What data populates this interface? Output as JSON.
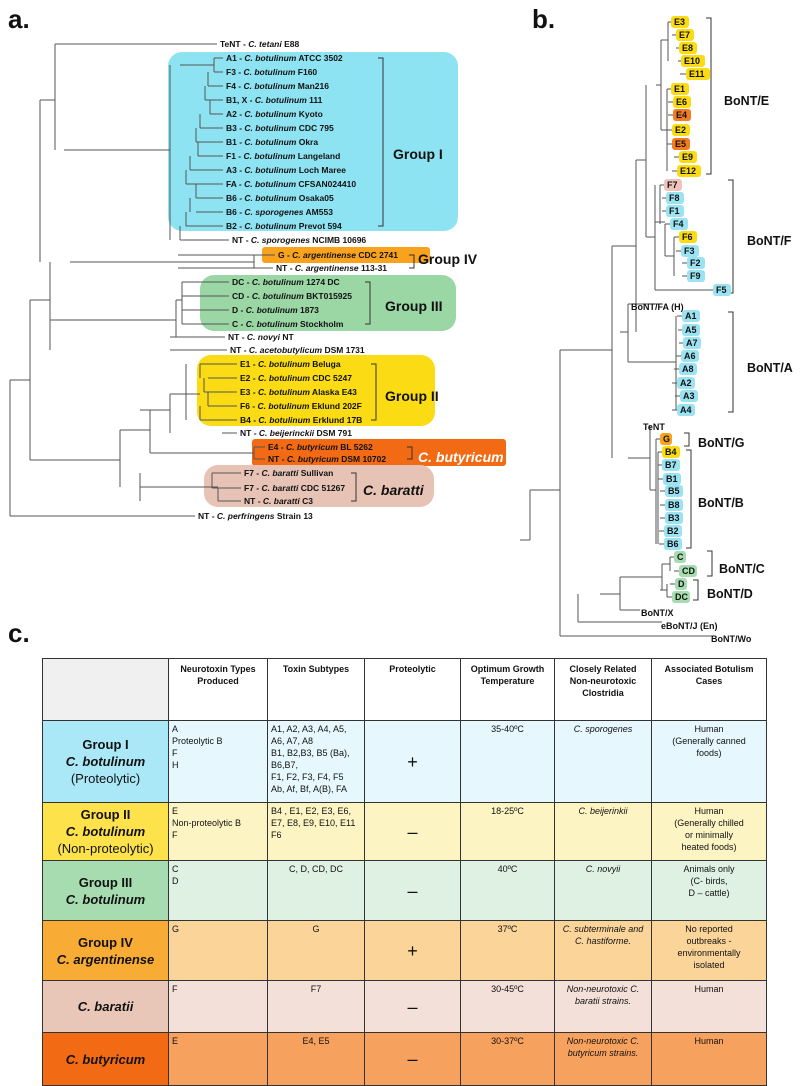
{
  "panels": {
    "a": "a.",
    "b": "b.",
    "c": "c."
  },
  "tree_a": {
    "groups": [
      {
        "name": "Group I",
        "color": "#8ee3f3"
      },
      {
        "name": "Group IV",
        "color": "#f8a21e"
      },
      {
        "name": "Group III",
        "color": "#9bd6a5"
      },
      {
        "name": "Group II",
        "color": "#fbdc14"
      },
      {
        "name": "C. butyricum",
        "color": "#f26a14"
      },
      {
        "name": "C. baratti",
        "color": "#e6c3b5"
      }
    ],
    "leaves": [
      {
        "id": "TeNT",
        "species": "C. tetani",
        "strain": "E88"
      },
      {
        "id": "A1",
        "species": "C. botulinum",
        "strain": "ATCC 3502"
      },
      {
        "id": "F3",
        "species": "C. botulinum",
        "strain": "F160"
      },
      {
        "id": "F4",
        "species": "C. botulinum",
        "strain": "Man216"
      },
      {
        "id": "B1, X",
        "species": "C. botulinum",
        "strain": "111"
      },
      {
        "id": "A2",
        "species": "C. botulinum",
        "strain": "Kyoto"
      },
      {
        "id": "B3",
        "species": "C. botulinum",
        "strain": "CDC 795"
      },
      {
        "id": "B1",
        "species": "C. botulinum",
        "strain": "Okra"
      },
      {
        "id": "F1",
        "species": "C. botulinum",
        "strain": "Langeland"
      },
      {
        "id": "A3",
        "species": "C. botulinum",
        "strain": "Loch Maree"
      },
      {
        "id": "FA",
        "species": "C. botulinum",
        "strain": "CFSAN024410"
      },
      {
        "id": "B6",
        "species": "C. botulinum",
        "strain": "Osaka05"
      },
      {
        "id": "B6",
        "species": "C. sporogenes",
        "strain": "AM553"
      },
      {
        "id": "B2",
        "species": "C. botulinum",
        "strain": "Prevot 594"
      },
      {
        "id": "NT",
        "species": "C. sporogenes",
        "strain": "NCIMB 10696"
      },
      {
        "id": "G",
        "species": "C. argentinense",
        "strain": "CDC 2741"
      },
      {
        "id": "NT",
        "species": "C. argentinense",
        "strain": "113-31"
      },
      {
        "id": "DC",
        "species": "C. botulinum",
        "strain": "1274 DC"
      },
      {
        "id": "CD",
        "species": "C. botulinum",
        "strain": "BKT015925"
      },
      {
        "id": "D",
        "species": "C. botulinum",
        "strain": "1873"
      },
      {
        "id": "C",
        "species": "C. botulinum",
        "strain": "Stockholm"
      },
      {
        "id": "NT",
        "species": "C. novyi",
        "strain": "NT"
      },
      {
        "id": "NT",
        "species": "C. acetobutylicum",
        "strain": "DSM 1731"
      },
      {
        "id": "E1",
        "species": "C. botulinum",
        "strain": "Beluga"
      },
      {
        "id": "E2",
        "species": "C. botulinum",
        "strain": "CDC 5247"
      },
      {
        "id": "E3",
        "species": "C. botulinum",
        "strain": "Alaska E43"
      },
      {
        "id": "F6",
        "species": "C. botulinum",
        "strain": "Eklund 202F"
      },
      {
        "id": "B4",
        "species": "C. botulinum",
        "strain": "Erklund 17B"
      },
      {
        "id": "NT",
        "species": "C. beijerinckii",
        "strain": "DSM 791"
      },
      {
        "id": "E4",
        "species": "C. butyricum",
        "strain": "BL 5262"
      },
      {
        "id": "NT",
        "species": "C. butyricum",
        "strain": "DSM 10702"
      },
      {
        "id": "F7",
        "species": "C. baratti",
        "strain": "Sullivan"
      },
      {
        "id": "F7",
        "species": "C. baratti",
        "strain": "CDC 51267"
      },
      {
        "id": "NT",
        "species": "C. baratti",
        "strain": "C3"
      },
      {
        "id": "NT",
        "species": "C. perfringens",
        "strain": "Strain 13"
      }
    ]
  },
  "tree_b": {
    "colors": {
      "yellow": "#fbdc14",
      "orange": "#f47b20",
      "pink": "#f0c4bc",
      "cyan": "#9be3f3",
      "green": "#a7dcb0",
      "gorange": "#f8a21e"
    },
    "clade_labels": [
      "BoNT/E",
      "BoNT/F",
      "BoNT/A",
      "BoNT/G",
      "BoNT/B",
      "BoNT/C",
      "BoNT/D"
    ],
    "plain_labels": [
      "BoNT/FA (H)",
      "TeNT",
      "BoNT/X",
      "eBoNT/J (En)",
      "BoNT/Wo"
    ],
    "tips": [
      {
        "label": "E3",
        "color": "yellow"
      },
      {
        "label": "E7",
        "color": "yellow"
      },
      {
        "label": "E8",
        "color": "yellow"
      },
      {
        "label": "E10",
        "color": "yellow"
      },
      {
        "label": "E11",
        "color": "yellow"
      },
      {
        "label": "E1",
        "color": "yellow"
      },
      {
        "label": "E6",
        "color": "yellow"
      },
      {
        "label": "E4",
        "color": "orange"
      },
      {
        "label": "E2",
        "color": "yellow"
      },
      {
        "label": "E5",
        "color": "orange"
      },
      {
        "label": "E9",
        "color": "yellow"
      },
      {
        "label": "E12",
        "color": "yellow"
      },
      {
        "label": "F7",
        "color": "pink"
      },
      {
        "label": "F8",
        "color": "cyan"
      },
      {
        "label": "F1",
        "color": "cyan"
      },
      {
        "label": "F4",
        "color": "cyan"
      },
      {
        "label": "F6",
        "color": "yellow"
      },
      {
        "label": "F3",
        "color": "cyan"
      },
      {
        "label": "F2",
        "color": "cyan"
      },
      {
        "label": "F9",
        "color": "cyan"
      },
      {
        "label": "F5",
        "color": "cyan"
      },
      {
        "label": "A1",
        "color": "cyan"
      },
      {
        "label": "A5",
        "color": "cyan"
      },
      {
        "label": "A7",
        "color": "cyan"
      },
      {
        "label": "A6",
        "color": "cyan"
      },
      {
        "label": "A8",
        "color": "cyan"
      },
      {
        "label": "A2",
        "color": "cyan"
      },
      {
        "label": "A3",
        "color": "cyan"
      },
      {
        "label": "A4",
        "color": "cyan"
      },
      {
        "label": "G",
        "color": "gorange"
      },
      {
        "label": "B4",
        "color": "yellow"
      },
      {
        "label": "B7",
        "color": "cyan"
      },
      {
        "label": "B1",
        "color": "cyan"
      },
      {
        "label": "B5",
        "color": "cyan"
      },
      {
        "label": "B8",
        "color": "cyan"
      },
      {
        "label": "B3",
        "color": "cyan"
      },
      {
        "label": "B2",
        "color": "cyan"
      },
      {
        "label": "B6",
        "color": "cyan"
      },
      {
        "label": "C",
        "color": "green"
      },
      {
        "label": "CD",
        "color": "green"
      },
      {
        "label": "D",
        "color": "green"
      },
      {
        "label": "DC",
        "color": "green"
      }
    ]
  },
  "table": {
    "headers": [
      "",
      "Neurotoxin Types Produced",
      "Toxin Subtypes",
      "Proteolytic",
      "Optimum Growth Temperature",
      "Closely Related Non-neurotoxic Clostridia",
      "Associated Botulism Cases"
    ],
    "rows": [
      {
        "group": "Group I",
        "species": "C. botulinum",
        "note": "(Proteolytic)",
        "color": "#aae8f8",
        "tint": "#e6f8fd",
        "types": [
          "A",
          "Proteolytic B",
          "F",
          "H"
        ],
        "subtypes": [
          "A1, A2, A3, A4, A5,",
          "A6, A7, A8",
          "B1, B2,B3, B5 (Ba),",
          "B6,B7,",
          "F1, F2, F3, F4, F5",
          "Ab, Af, Bf, A(B), FA"
        ],
        "proteolytic": "+",
        "temp": "35-40ºC",
        "related": "C. sporogenes",
        "cases": [
          "Human",
          "(Generally canned",
          "foods)"
        ]
      },
      {
        "group": "Group II",
        "species": "C. botulinum",
        "note": "(Non-proteolytic)",
        "color": "#fde24b",
        "tint": "#fdf4c4",
        "types": [
          "E",
          "Non-proteolytic B",
          "F"
        ],
        "subtypes": [
          "B4 , E1, E2, E3, E6,",
          "E7, E8, E9, E10, E11",
          "F6"
        ],
        "proteolytic": "–",
        "temp": "18-25ºC",
        "related": "C. beijerinkii",
        "cases": [
          "Human",
          "(Generally chilled",
          "or minimally",
          "heated foods)"
        ]
      },
      {
        "group": "Group III",
        "species": "C. botulinum",
        "note": "",
        "color": "#a7dcb0",
        "tint": "#dff1e2",
        "types": [
          "C",
          "D"
        ],
        "subtypes": [
          "C, D, CD, DC"
        ],
        "proteolytic": "–",
        "temp": "40ºC",
        "related": "C.  novyii",
        "cases": [
          "Animals only",
          "(C- birds,",
          "D – cattle)"
        ]
      },
      {
        "group": "Group IV",
        "species": "C. argentinense",
        "note": "",
        "color": "#f8ab35",
        "tint": "#fbd49a",
        "types": [
          "G"
        ],
        "subtypes": [
          "G"
        ],
        "proteolytic": "+",
        "temp": "37ºC",
        "related": "C. subterminale and C. hastiforme.",
        "cases": [
          "No reported",
          "outbreaks -",
          "environmentally",
          "isolated"
        ]
      },
      {
        "group": "",
        "species": "C. baratii",
        "note": "",
        "color": "#e8c6b8",
        "tint": "#f3e0d8",
        "types": [
          "F"
        ],
        "subtypes": [
          "F7"
        ],
        "proteolytic": "–",
        "temp": "30-45ºC",
        "related": "Non-neurotoxic C. baratii strains.",
        "cases": [
          "Human"
        ]
      },
      {
        "group": "",
        "species": "C. butyricum",
        "note": "",
        "color": "#f26a14",
        "tint": "#f7a15e",
        "types": [
          "E"
        ],
        "subtypes": [
          "E4, E5"
        ],
        "proteolytic": "–",
        "temp": "30-37ºC",
        "related": "Non-neurotoxic C. butyricum strains.",
        "cases": [
          "Human"
        ]
      }
    ]
  }
}
